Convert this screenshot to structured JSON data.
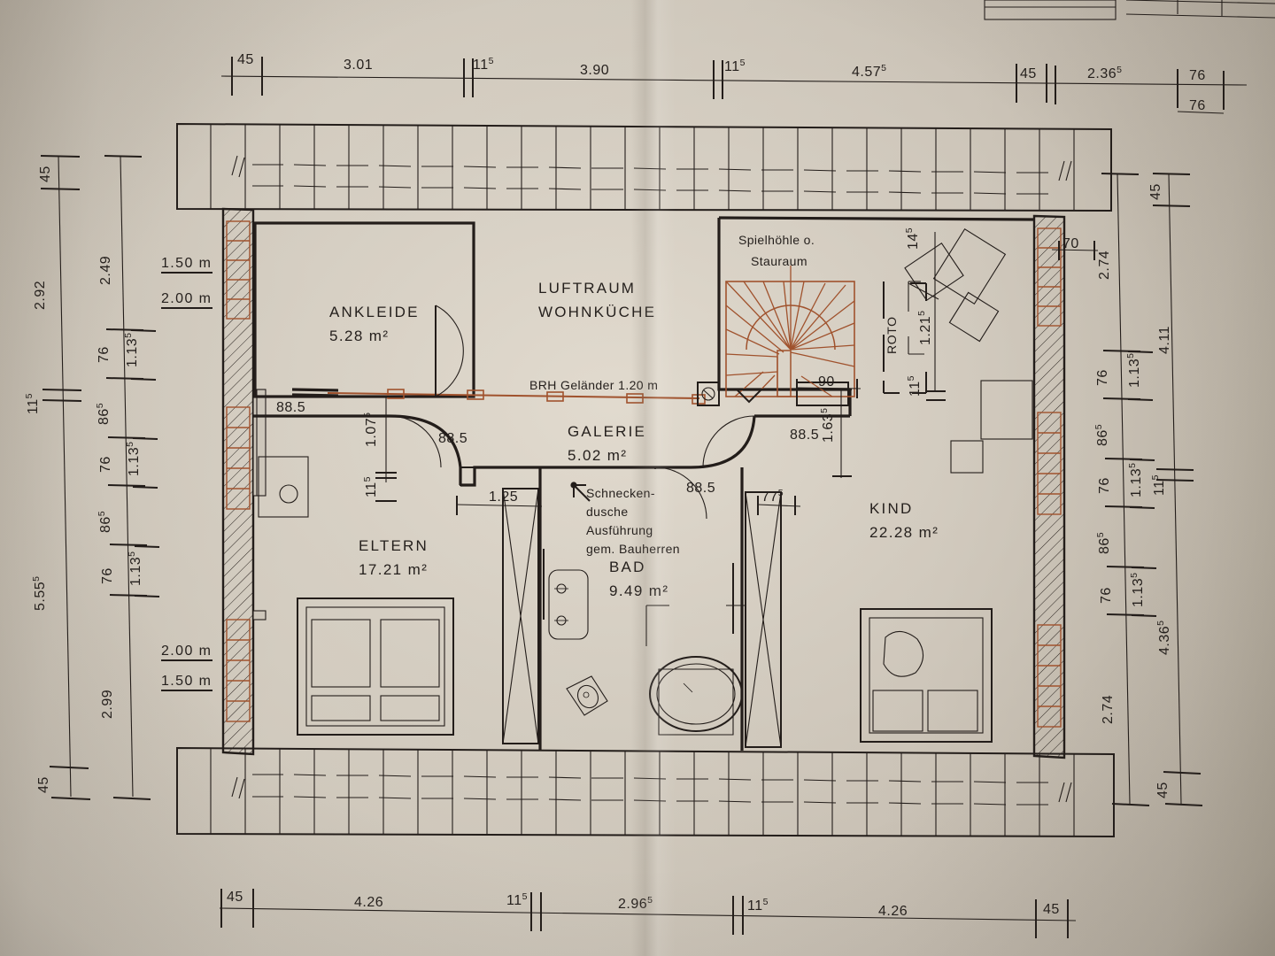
{
  "document": {
    "type": "architectural-floor-plan",
    "level": "Obergeschoss",
    "language": "de",
    "units": "meters / centimeters",
    "paper_color": "#cdc6ba",
    "ink_color": "#231d1a",
    "accent_color": "#a0522d"
  },
  "rooms": [
    {
      "id": "ankleide",
      "name": "ANKLEIDE",
      "area": "5.28 m²"
    },
    {
      "id": "eltern",
      "name": "ELTERN",
      "area": "17.21 m²"
    },
    {
      "id": "galerie",
      "name": "GALERIE",
      "area": "5.02 m²"
    },
    {
      "id": "bad",
      "name": "BAD",
      "area": "9.49 m²"
    },
    {
      "id": "kind",
      "name": "KIND",
      "area": "22.28 m²"
    }
  ],
  "labels": {
    "luftraum_line1": "LUFTRAUM",
    "luftraum_line2": "WOHNKÜCHE",
    "spielhoehle_line1": "Spielhöhle o.",
    "spielhoehle_line2": "Stauraum",
    "roto": "ROTO",
    "gelaender": "BRH Geländer 1.20 m",
    "shower_note_l1": "Schnecken-",
    "shower_note_l2": "dusche",
    "shower_note_l3": "Ausführung",
    "shower_note_l4": "gem. Bauherren"
  },
  "sill_heights": {
    "left_upper_top": "1.50 m",
    "left_upper_bottom": "2.00 m",
    "left_lower_top": "2.00 m",
    "left_lower_bottom": "1.50 m"
  },
  "parapets": [
    {
      "id": "p1",
      "value": "88.5"
    },
    {
      "id": "p2",
      "value": "88.5"
    },
    {
      "id": "p3",
      "value": "88.5"
    },
    {
      "id": "p4",
      "value": "88.5"
    },
    {
      "id": "p5",
      "value": "88.5"
    }
  ],
  "dimension_chains": {
    "top_outer": [
      {
        "value": "45",
        "sup": ""
      },
      {
        "value": "3.01",
        "sup": ""
      },
      {
        "value": "11",
        "sup": "5"
      },
      {
        "value": "3.90",
        "sup": ""
      },
      {
        "value": "11",
        "sup": "5"
      },
      {
        "value": "4.57",
        "sup": "5"
      },
      {
        "value": "45",
        "sup": ""
      },
      {
        "value": "2.36",
        "sup": "5"
      },
      {
        "value": "76",
        "sup": ""
      }
    ],
    "top_secondary": [
      {
        "value": "76",
        "sup": ""
      }
    ],
    "bottom_outer": [
      {
        "value": "45",
        "sup": ""
      },
      {
        "value": "4.26",
        "sup": ""
      },
      {
        "value": "11",
        "sup": "5"
      },
      {
        "value": "2.96",
        "sup": "5"
      },
      {
        "value": "11",
        "sup": "5"
      },
      {
        "value": "4.26",
        "sup": ""
      },
      {
        "value": "45",
        "sup": ""
      }
    ],
    "left_outer": [
      {
        "value": "45",
        "sup": ""
      },
      {
        "value": "2.92",
        "sup": ""
      },
      {
        "value": "11",
        "sup": "5"
      },
      {
        "value": "5.55",
        "sup": "5"
      },
      {
        "value": "45",
        "sup": ""
      }
    ],
    "left_inner": [
      {
        "value": "2.49",
        "sup": ""
      },
      {
        "value": "76",
        "sup": ""
      },
      {
        "value": "86",
        "sup": "5"
      },
      {
        "value": "76",
        "sup": ""
      },
      {
        "value": "86",
        "sup": "5"
      },
      {
        "value": "76",
        "sup": ""
      },
      {
        "value": "2.99",
        "sup": ""
      }
    ],
    "left_window_widths": [
      {
        "value": "1.13",
        "sup": "5"
      },
      {
        "value": "1.13",
        "sup": "5"
      },
      {
        "value": "1.13",
        "sup": "5"
      }
    ],
    "right_outer": [
      {
        "value": "45",
        "sup": ""
      },
      {
        "value": "4.11",
        "sup": ""
      },
      {
        "value": "11",
        "sup": "5"
      },
      {
        "value": "4.36",
        "sup": "5"
      },
      {
        "value": "45",
        "sup": ""
      }
    ],
    "right_inner": [
      {
        "value": "2.74",
        "sup": ""
      },
      {
        "value": "76",
        "sup": ""
      },
      {
        "value": "86",
        "sup": "5"
      },
      {
        "value": "76",
        "sup": ""
      },
      {
        "value": "86",
        "sup": "5"
      },
      {
        "value": "76",
        "sup": ""
      },
      {
        "value": "2.74",
        "sup": ""
      }
    ],
    "right_window_widths": [
      {
        "value": "1.13",
        "sup": "5"
      },
      {
        "value": "1.13",
        "sup": "5"
      },
      {
        "value": "1.13",
        "sup": "5"
      }
    ]
  },
  "interior_dimensions": [
    {
      "id": "galerie-door-left-height",
      "value": "1.07",
      "sup": "5"
    },
    {
      "id": "galerie-door-left-wall",
      "value": "11",
      "sup": "5"
    },
    {
      "id": "bad-door-width",
      "value": "1.25",
      "sup": ""
    },
    {
      "id": "bad-right-door",
      "value": "77",
      "sup": "5"
    },
    {
      "id": "stair-opening",
      "value": "90",
      "sup": ""
    },
    {
      "id": "galerie-right-door",
      "value": "1.63",
      "sup": "5"
    },
    {
      "id": "roto-width",
      "value": "1.21",
      "sup": "5"
    },
    {
      "id": "roto-wall-left",
      "value": "11",
      "sup": "5"
    },
    {
      "id": "roto-top",
      "value": "14",
      "sup": "5"
    },
    {
      "id": "kind-window-right",
      "value": "70",
      "sup": ""
    }
  ]
}
